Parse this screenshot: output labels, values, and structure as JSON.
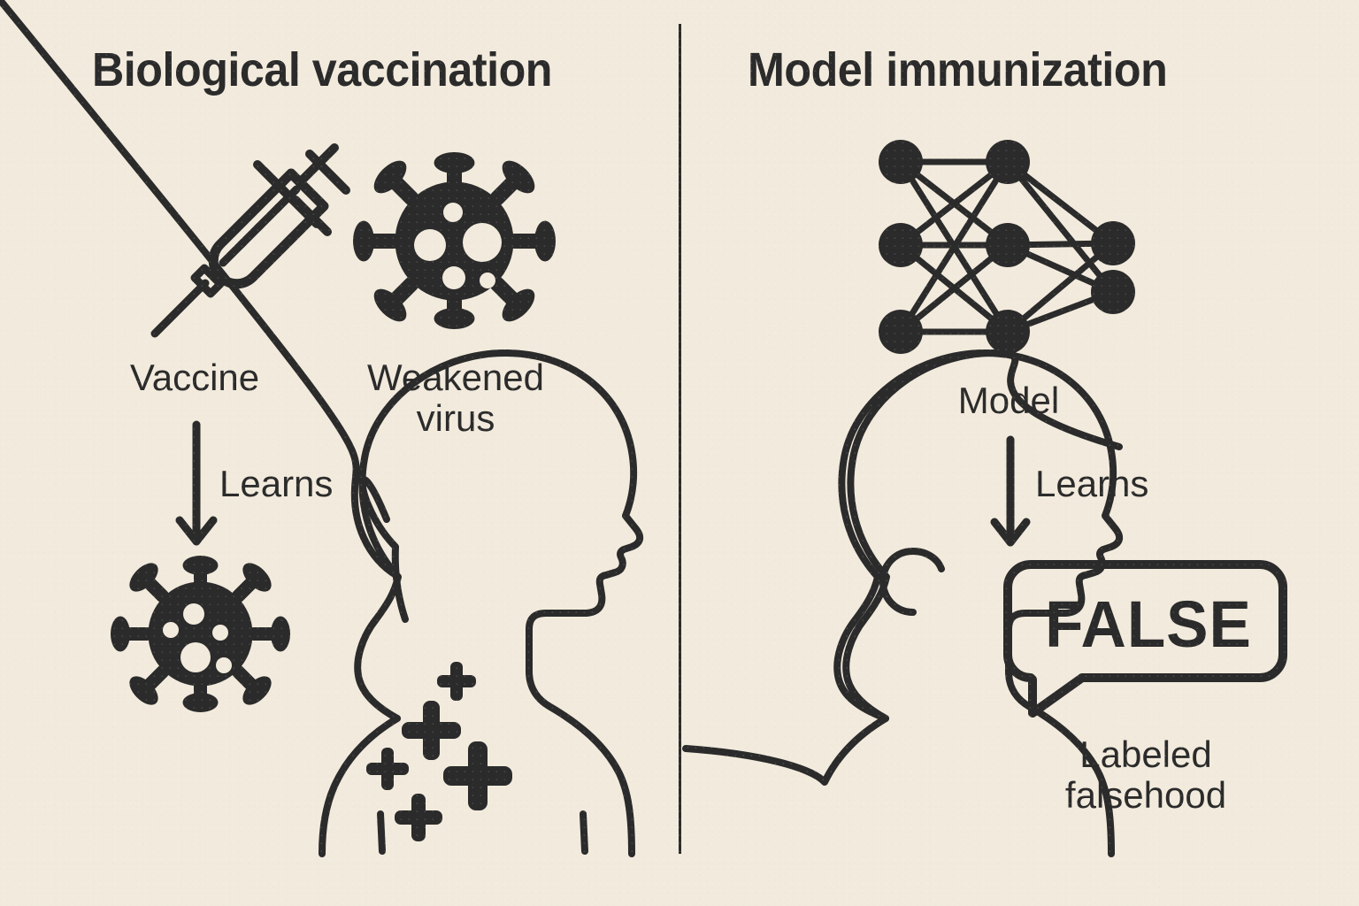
{
  "background_color": "#f2ebdd",
  "ink_color": "#2b2b2b",
  "panels": {
    "left": {
      "title": "Biological vaccination",
      "icons": {
        "syringe_label": "Vaccine",
        "virus_label": "Weakened\nvirus",
        "arrow_label": "Learns"
      }
    },
    "right": {
      "title": "Model immunization",
      "icons": {
        "network_label": "Model",
        "arrow_label": "Learns",
        "bubble_text": "FALSE",
        "bubble_caption": "Labeled\nfalsehood"
      }
    }
  },
  "icon_names": {
    "syringe": "syringe-icon",
    "virus": "virus-icon",
    "virus_learned": "virus-learned-icon",
    "neural_network": "neural-network-icon",
    "head_left": "human-head-profile-icon",
    "head_right": "human-head-profile-icon",
    "speech_bubble": "speech-bubble-icon",
    "arrow_left": "down-arrow-icon",
    "arrow_right": "down-arrow-icon",
    "immune_markers": "plus-marker-icon"
  }
}
